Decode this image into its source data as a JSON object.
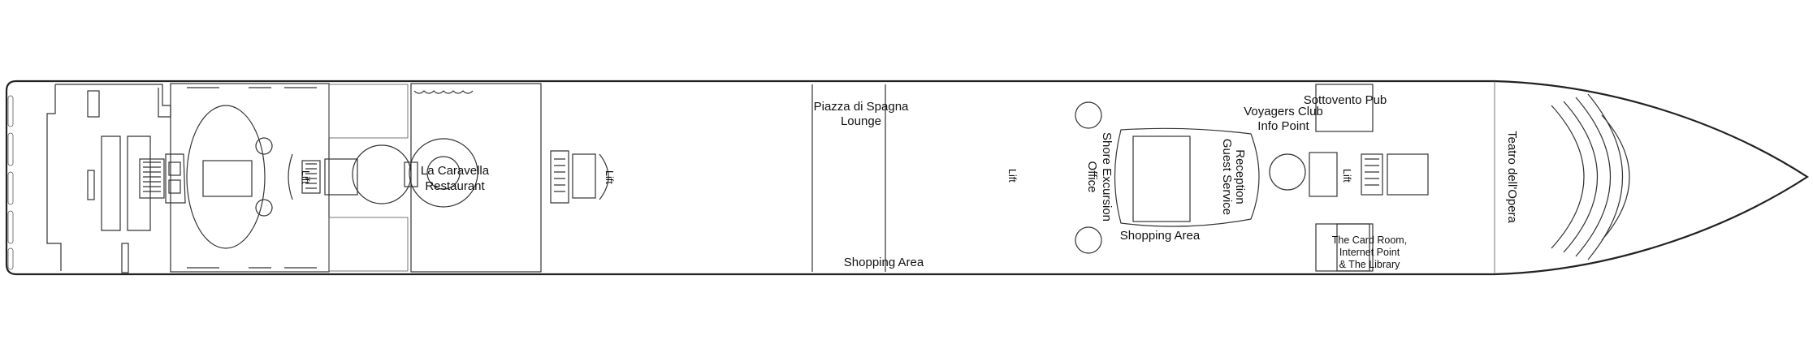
{
  "deck_plan": {
    "labels": {
      "la_caravella_1": "La Caravella",
      "la_caravella_2": "Restaurant",
      "lift": "Lift",
      "piazza_1": "Piazza di Spagna",
      "piazza_2": "Lounge",
      "shopping_area": "Shopping Area",
      "shore_1": "Shore Excursion",
      "shore_2": "Office",
      "reception_1": "Reception",
      "reception_2": "Guest Service",
      "voyagers_1": "Voyagers Club",
      "voyagers_2": "Info Point",
      "sottovento": "Sottovento Pub",
      "card_1": "The Card Room,",
      "card_2": "Internet Point",
      "card_3": "& The Library",
      "teatro": "Teatro dell'Opera"
    }
  }
}
